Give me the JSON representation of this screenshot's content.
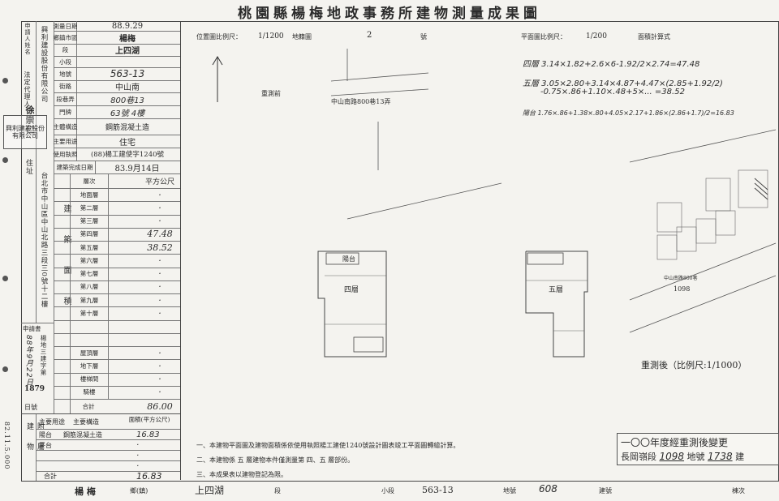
{
  "title": "桃園縣楊梅地政事務所建物測量成果圖",
  "applicant": {
    "applicant_label": "申請人姓名",
    "applicant_name": "興利建設股份有限公司",
    "agent_label": "法定代理人",
    "agent_name": "徐崇仁",
    "address_label": "住址",
    "address": "台北市中山區中山北路三段三0號十二樓",
    "seal_text": "興利建設股份有限公司"
  },
  "fields": {
    "survey_date_label": "測量日期",
    "survey_date": "88.9.29",
    "township_label": "鄉鎮市區",
    "township": "楊梅",
    "section_label": "段",
    "section": "上四湖",
    "subsection_label": "小段",
    "land_no_label": "地號",
    "land_no": "563-13",
    "street_label": "街路",
    "street": "中山南",
    "lane_label": "段巷弄",
    "lane": "800巷13",
    "door_label": "門牌",
    "door": "63號 4樓",
    "structure_label": "主體構造",
    "structure": "鋼筋混凝土造",
    "use_label": "主要用途",
    "use": "住宅",
    "permit_label": "使用執照",
    "permit": "(88)楊工建使字1240號",
    "built_label": "建築完成日期",
    "built": "83.9月14日"
  },
  "floors": {
    "header_floor": "層次",
    "header_area": "平方公尺",
    "area_col_label": "建築面積",
    "rows": [
      {
        "label": "地面層",
        "value": "·"
      },
      {
        "label": "第二層",
        "value": "·"
      },
      {
        "label": "第三層",
        "value": "·"
      },
      {
        "label": "第四層",
        "value": "47.48"
      },
      {
        "label": "第五層",
        "value": "38.52"
      },
      {
        "label": "第六層",
        "value": "·"
      },
      {
        "label": "第七層",
        "value": "·"
      },
      {
        "label": "第八層",
        "value": "·"
      },
      {
        "label": "第九層",
        "value": "·"
      },
      {
        "label": "第十層",
        "value": "·"
      },
      {
        "label": "",
        "value": ""
      },
      {
        "label": "",
        "value": ""
      },
      {
        "label": "屋頂層",
        "value": "·"
      },
      {
        "label": "地下層",
        "value": "·"
      },
      {
        "label": "樓梯間",
        "value": "·"
      },
      {
        "label": "騎樓",
        "value": "·"
      }
    ],
    "total_label": "合計",
    "total": "86.00"
  },
  "side": {
    "applicant_book_label": "申請書",
    "ref_text": "楊地三建字第",
    "date_text": "88年9月22日",
    "number": "1879",
    "page_label": "日號"
  },
  "annex": {
    "label": "附屬建物",
    "use_header": "主要用途",
    "struct_header": "主要構造",
    "area_header": "面積(平方公尺)",
    "rows": [
      {
        "use": "陽台",
        "struct": "鋼筋混凝土造",
        "area": "16.83"
      },
      {
        "use": "平台",
        "struct": "",
        "area": "·"
      },
      {
        "use": "",
        "struct": "",
        "area": "·"
      },
      {
        "use": "",
        "struct": "",
        "area": "·"
      }
    ],
    "total_label": "合計",
    "total": "16.83"
  },
  "header_center": {
    "scale_label": "位置圖比例尺：",
    "scale": "1/1200",
    "sheet_label": "地籍圖",
    "sheet_no": "2",
    "sheet_suffix": "號"
  },
  "header_right": {
    "scale_label": "平面圖比例尺：",
    "scale": "1/200",
    "area_calc_label": "面積計算式",
    "calc_4": "四層 3.14×1.82+2.6×6-1.92/2×2.74=47.48",
    "calc_5": "五層 3.05×2.80+3.14×4.87+4.47×(2.85+1.92/2)",
    "calc_5b": "-0.75×.86+1.10×.48+5×... =38.52",
    "calc_balcony": "陽台 1.76×.86+1.38×.80+4.05×2.17+1.86×(2.86+1.7)/2=16.83"
  },
  "location": {
    "road": "中山南路800巷13弄",
    "dir_mark": "重測前",
    "parcel": "1098",
    "lane_label": "中山南路800巷",
    "after_label": "重測後（比例尺:1/1000）"
  },
  "plans": {
    "plan4_label": "四層",
    "plan5_label": "五層",
    "room_balcony": "陽台"
  },
  "notes": {
    "n1": "一、本建物平面圖及建物面積係依使用執照楊工建使1240號設計圖表竣工平面圖轉繪計算。",
    "n2": "二、本建物係 五 層建物本件僅測量第 四、五 層部份。",
    "n3": "三、本成果表以建物登記為限。"
  },
  "stamp": {
    "line1": "一〇〇年度經重測後變更",
    "line2_pre": "長岡嶺段",
    "line2_land": "1098",
    "line2_mid": "地號",
    "line2_no": "1738",
    "line2_suf": "建"
  },
  "footer": {
    "town": "楊 梅",
    "town_suffix": "鄉(鎮)",
    "section": "上四湖",
    "section_suffix": "段",
    "subsection_suffix": "小段",
    "land_no": "563-13",
    "land_suffix": "地號",
    "build_no": "608",
    "build_suffix": "建號",
    "floor_suffix": "棟次"
  },
  "margin_stamp": "82.11.5.000"
}
